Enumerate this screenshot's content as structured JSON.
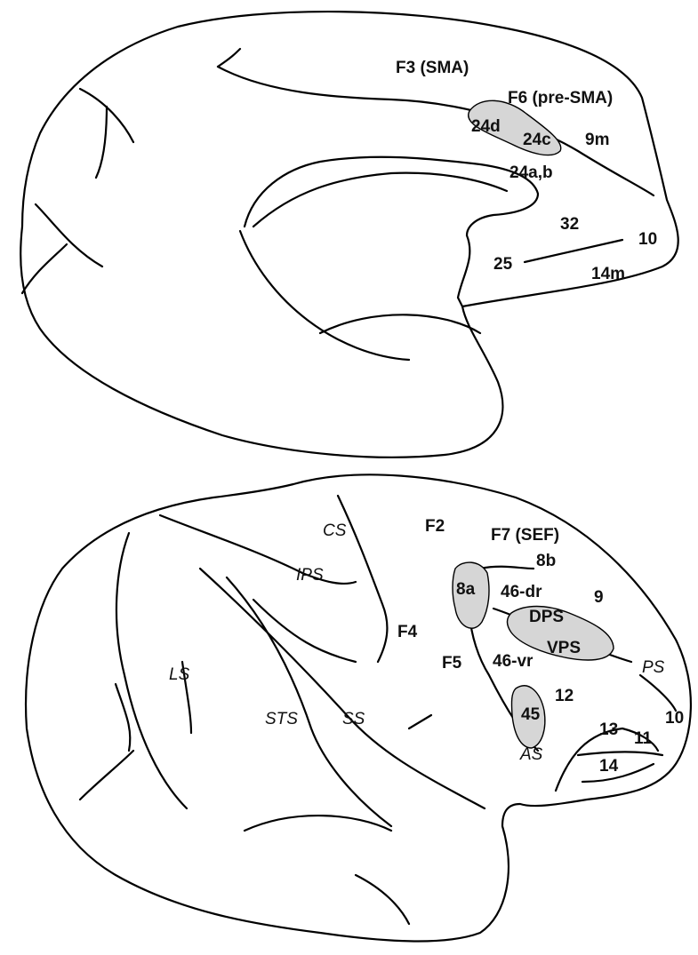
{
  "medial_view": {
    "labels": {
      "f3": "F3 (SMA)",
      "f6": "F6 (pre-SMA)",
      "a24d": "24d",
      "a24c": "24c",
      "a9m": "9m",
      "a24ab": "24a,b",
      "a32": "32",
      "a10": "10",
      "a25": "25",
      "a14m": "14m"
    }
  },
  "lateral_view": {
    "labels": {
      "f2": "F2",
      "f7": "F7 (SEF)",
      "a8b": "8b",
      "a8a": "8a",
      "a46dr": "46-dr",
      "a9": "9",
      "dps": "DPS",
      "vps": "VPS",
      "f4": "F4",
      "f5": "F5",
      "a46vr": "46-vr",
      "a12": "12",
      "a45": "45",
      "a13": "13",
      "a11": "11",
      "a14": "14",
      "a10": "10"
    },
    "sulci": {
      "cs": "CS",
      "ips": "IPS",
      "ls": "LS",
      "sts": "STS",
      "ss": "SS",
      "ps": "PS",
      "as": "AS"
    }
  },
  "colors": {
    "line": "#000000",
    "shaded_area": "#d6d6d6",
    "background": "#ffffff"
  }
}
